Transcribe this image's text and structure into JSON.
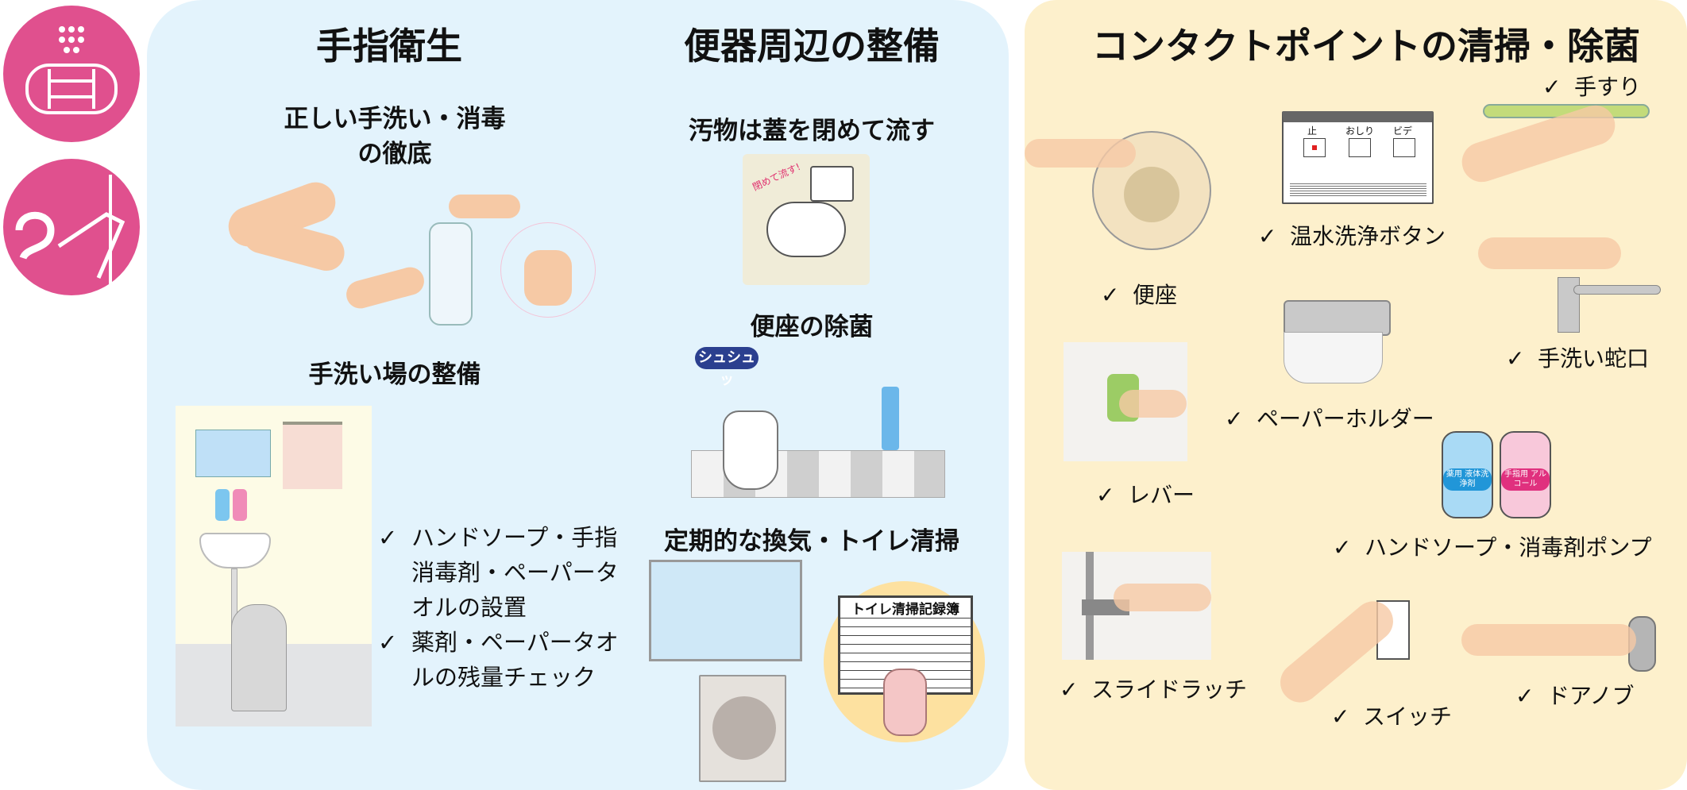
{
  "icons": {
    "mask": "mask-icon",
    "handwash": "handwash-icon"
  },
  "colors": {
    "pink": "#e0508e",
    "blue_panel": "#e3f3fc",
    "yellow_panel": "#fdf0cc"
  },
  "hand_hygiene": {
    "title": "手指衛生",
    "subtitle1_line1": "正しい手洗い・消毒",
    "subtitle1_line2": "の徹底",
    "subtitle2": "手洗い場の整備",
    "checklist": [
      {
        "mark": "✓",
        "text": "ハンドソープ・手指消毒剤・ペーパータオルの設置"
      },
      {
        "mark": "✓",
        "text": "薬剤・ペーパータオルの残量チェック"
      }
    ]
  },
  "toilet_area": {
    "title": "便器周辺の整備",
    "item1": "汚物は蓋を閉めて流す",
    "item1_sign": "閉めて流す!",
    "item2": "便座の除菌",
    "item2_sound": "シュシュッ",
    "item3": "定期的な換気・トイレ清掃",
    "record_book": "トイレ清掃記録簿"
  },
  "contact_points": {
    "title": "コンタクトポイントの清掃・除菌",
    "check": "✓",
    "items": {
      "handrail": "手すり",
      "washlet_button": "温水洗浄ボタン",
      "toilet_seat": "便座",
      "faucet": "手洗い蛇口",
      "paper_holder": "ペーパーホルダー",
      "lever": "レバー",
      "pump": "ハンドソープ・消毒剤ポンプ",
      "slide_latch": "スライドラッチ",
      "switch": "スイッチ",
      "door_knob": "ドアノブ"
    },
    "button_panel": {
      "stop": "止",
      "rear": "おしり",
      "bidet": "ビデ"
    },
    "pump_labels": {
      "soap": "薬用 液体洗浄剤",
      "alcohol": "手指用 アルコール"
    }
  }
}
